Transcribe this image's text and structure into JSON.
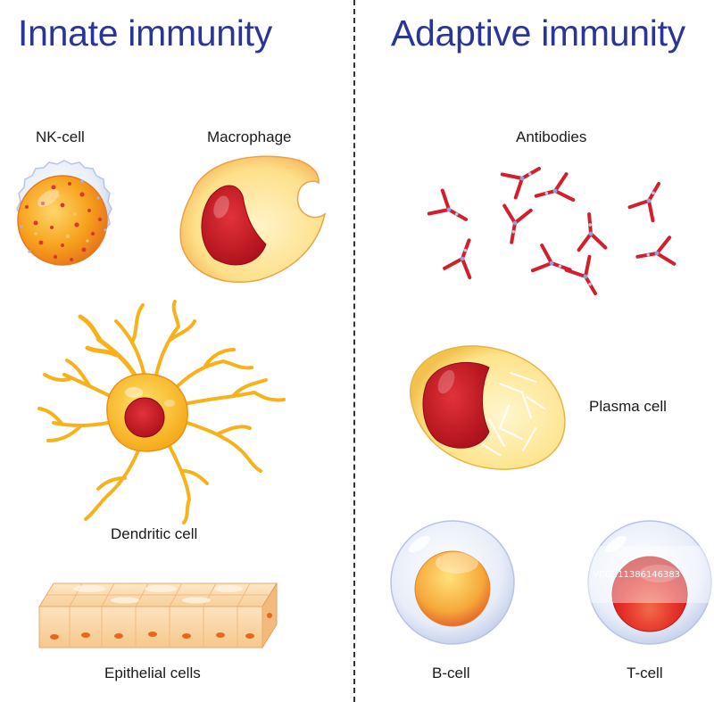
{
  "headings": {
    "innate": "Innate immunity",
    "adaptive": "Adaptive immunity"
  },
  "labels": {
    "nk_cell": "NK-cell",
    "macrophage": "Macrophage",
    "dendritic_cell": "Dendritic cell",
    "epithelial_cells": "Epithelial cells",
    "antibodies": "Antibodies",
    "plasma_cell": "Plasma cell",
    "b_cell": "B-cell",
    "t_cell": "T-cell"
  },
  "watermark": {
    "logo": "VCG",
    "id": "VCG211386146383"
  },
  "colors": {
    "heading": "#2a3596",
    "nucleus_red": "#c8141e",
    "cytoplasm_yellow": "#fdd86e",
    "antibody_red": "#d21f2d",
    "dendrite_orange": "#f7b21b",
    "epithelium_peach": "#fbd5a6",
    "divider": "#333333"
  }
}
